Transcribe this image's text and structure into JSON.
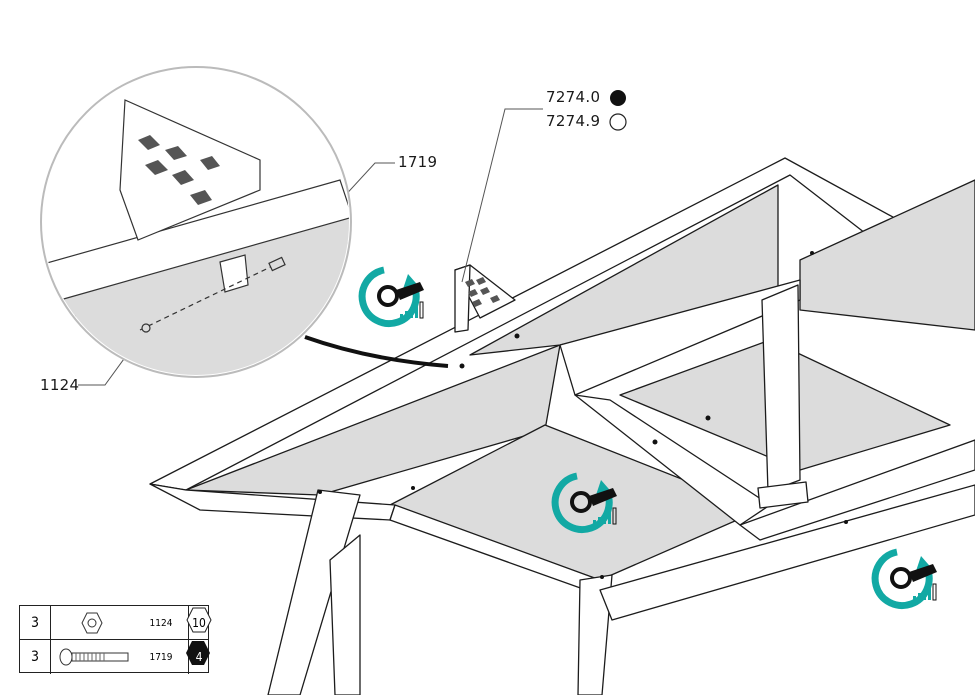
{
  "callouts": {
    "part_black": "7274.0",
    "part_white": "7274.9",
    "screw_detail": "1719",
    "nut_detail": "1124"
  },
  "legend": {
    "rows": [
      {
        "qty": "3",
        "code": "1124",
        "tool": "10"
      },
      {
        "qty": "3",
        "code": "1719",
        "tool": "4"
      }
    ]
  },
  "colors": {
    "tighten_icon": "#12a9a4",
    "panel_fill": "#dcdcdc",
    "line": "#1c1c1c"
  },
  "icons": {
    "tighten": "wrench-tighten-icon",
    "nut": "hex-nut-icon",
    "screw": "screw-icon"
  }
}
